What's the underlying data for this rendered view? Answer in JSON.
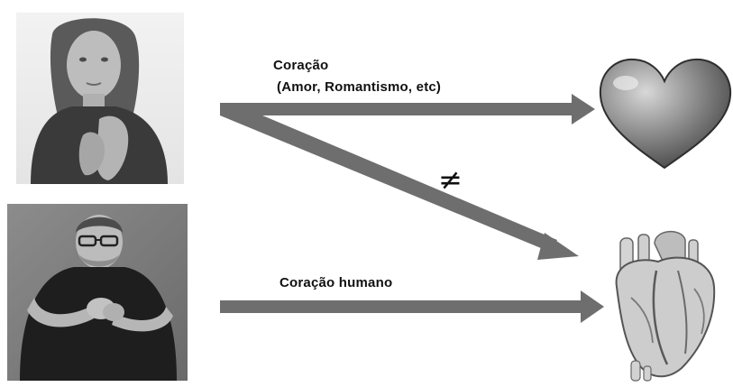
{
  "top_sign": {
    "label_line1": "Coração",
    "label_line2": "(Amor, Romantismo, etc)",
    "photo_icon": "woman-signing-photo",
    "target_icon": "heart-icon"
  },
  "bottom_sign": {
    "label": "Coração humano",
    "photo_icon": "man-signing-photo",
    "target_icon": "anatomical-heart-icon"
  },
  "relation_symbol": "≠",
  "colors": {
    "arrow": "#6e6e6e",
    "heart_light": "#c8c8c8",
    "heart_dark": "#4a4a4a",
    "text": "#111111"
  }
}
